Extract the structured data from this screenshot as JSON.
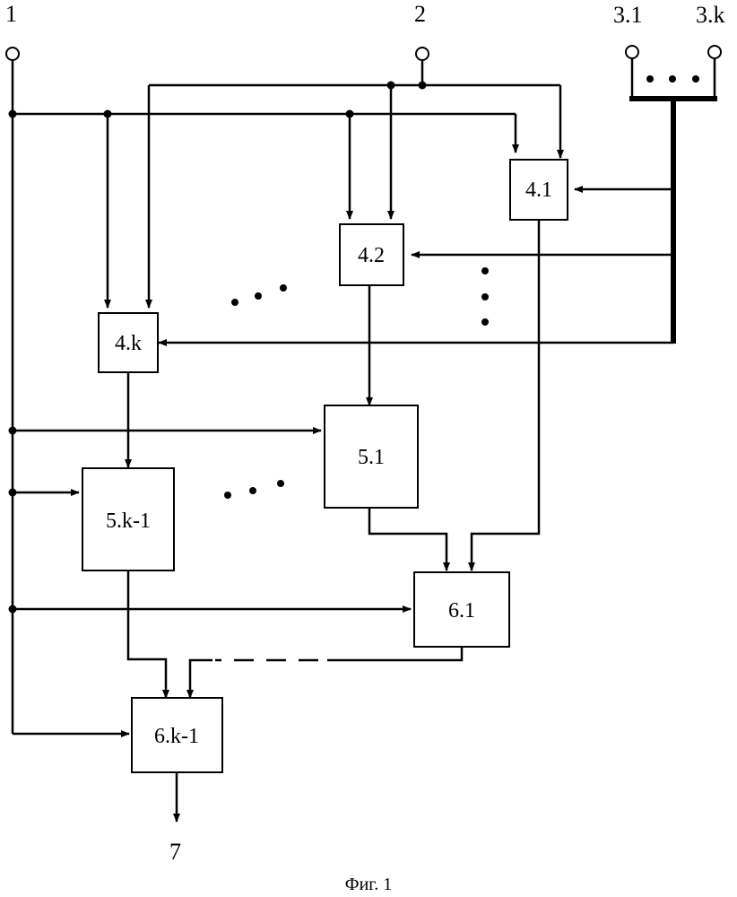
{
  "terminals": {
    "t1": "1",
    "t2": "2",
    "t31": "3.1",
    "t3k": "3.k",
    "t7": "7"
  },
  "blocks": {
    "b41": "4.1",
    "b42": "4.2",
    "b4k": "4.k",
    "b51": "5.1",
    "b5k1": "5.k-1",
    "b61": "6.1",
    "b6k1": "6.k-1"
  },
  "caption": "Фиг. 1"
}
